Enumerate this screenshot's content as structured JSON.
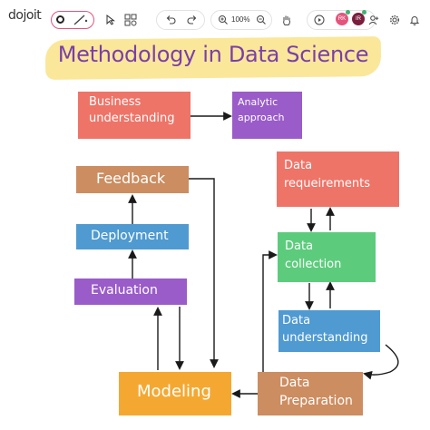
{
  "app": {
    "logo": "dojoit"
  },
  "toolbar": {
    "zoom": "100%",
    "icons": [
      "lasso-icon",
      "pen-icon",
      "pointer-icon",
      "shapes-icon",
      "undo-icon",
      "redo-icon",
      "zoom-in-icon",
      "zoom-out-icon",
      "hand-icon",
      "play-icon",
      "add-user-icon",
      "settings-icon",
      "bell-icon"
    ],
    "avatars": [
      {
        "initials": "RK",
        "color": "#e4547c"
      },
      {
        "initials": "IR",
        "color": "#7a1f3d"
      }
    ],
    "accent": "#e4547c"
  },
  "diagram": {
    "title": "Methodology in Data Science",
    "title_color": "#7a3fa8",
    "title_bg": "#fbe79a",
    "boxes": {
      "business": {
        "line1": "Business",
        "line2": "understanding"
      },
      "analytic": {
        "line1": "Analytic",
        "line2": "approach"
      },
      "feedback": {
        "label": "Feedback"
      },
      "deployment": {
        "label": "Deployment"
      },
      "evaluation": {
        "label": "Evaluation"
      },
      "requirements": {
        "line1": "Data",
        "line2": "requeirements"
      },
      "collection": {
        "line1": "Data",
        "line2": "collection"
      },
      "understanding": {
        "line1": "Data",
        "line2": "understanding"
      },
      "modeling": {
        "label": "Modeling"
      },
      "preparation": {
        "line1": "Data",
        "line2": "Preparation"
      }
    },
    "colors": {
      "salmon": "#ee7468",
      "purple": "#9a5cc8",
      "brown": "#cc8d61",
      "blue": "#4f9ad1",
      "green": "#5ccc7c",
      "orange": "#f5a831"
    }
  }
}
